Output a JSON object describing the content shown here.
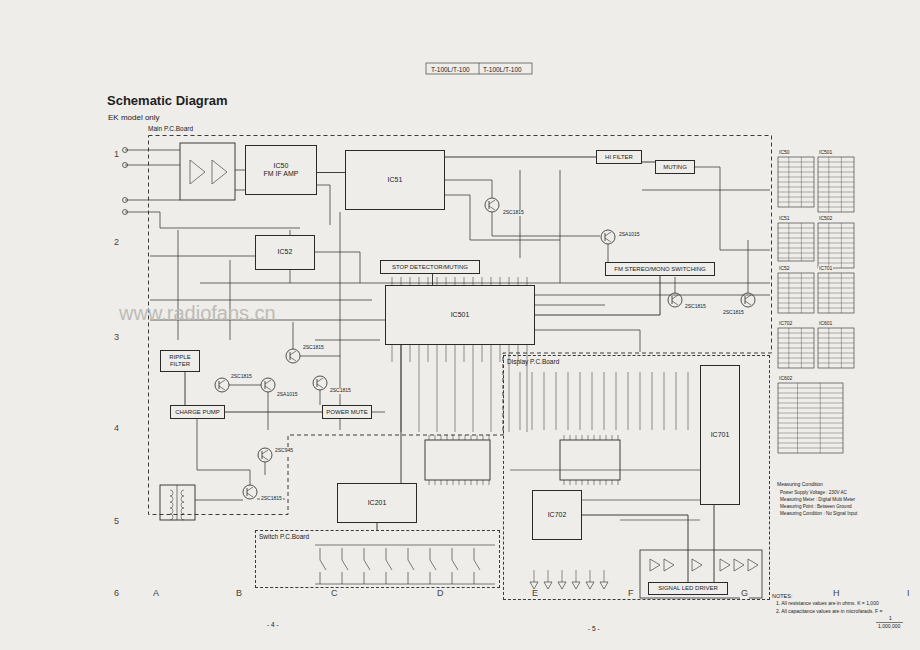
{
  "diagram": {
    "title": "Schematic Diagram",
    "nodes": [
      {
        "text": [
          "Main P.C.Board"
        ]
      },
      {
        "text": [
          "IC50",
          "FM IF AMP"
        ],
        "in": 0
      },
      {
        "text": [
          "IC51"
        ],
        "in": 0
      },
      {
        "text": [
          "IC52"
        ],
        "in": 0
      },
      {
        "text": [
          "HI FILTER"
        ],
        "in": 0
      },
      {
        "text": [
          "MUTING"
        ],
        "in": 0
      },
      {
        "text": [
          "STOP DETECTOR/MUTING"
        ],
        "in": 0
      },
      {
        "text": [
          "IC501"
        ],
        "in": 0
      },
      {
        "text": [
          "FM STEREO/MONO SWITCHING"
        ],
        "in": 0
      },
      {
        "text": [
          "RIPPLE FILTER"
        ],
        "in": 0
      },
      {
        "text": [
          "CHARGE PUMP"
        ],
        "in": 0
      },
      {
        "text": [
          "POWER MUTE"
        ],
        "in": 0
      },
      {
        "text": [
          "IC201"
        ]
      },
      {
        "text": [
          "Switch P.C.Board"
        ]
      },
      {
        "text": [
          "Display P.C.Board"
        ]
      },
      {
        "text": [
          "IC701"
        ],
        "in": 14
      },
      {
        "text": [
          "IC702"
        ],
        "in": 14
      },
      {
        "text": [
          "SIGNAL LED DRIVER"
        ],
        "in": 14
      }
    ],
    "edges": [
      {
        "from": 1,
        "to": 2,
        "arrow": "none"
      },
      {
        "from": 2,
        "to": 4,
        "arrow": "none"
      },
      {
        "from": 4,
        "to": 5,
        "arrow": "none"
      },
      {
        "from": 6,
        "to": 7,
        "arrow": "none"
      },
      {
        "from": 7,
        "to": 8,
        "arrow": "none"
      },
      {
        "from": 7,
        "to": 12,
        "arrow": "none"
      },
      {
        "from": 9,
        "to": 10,
        "arrow": "none"
      },
      {
        "from": 10,
        "to": 11,
        "arrow": "none"
      },
      {
        "from": 12,
        "to": 13,
        "arrow": "none"
      },
      {
        "from": 16,
        "to": 17,
        "arrow": "none"
      },
      {
        "from": 15,
        "to": 17,
        "arrow": "none"
      }
    ],
    "labels": [
      "T-100L/T-100",
      "T-100L/T-100",
      "EK model only",
      "1",
      "2",
      "3",
      "4",
      "5",
      "6",
      "A",
      "B",
      "C",
      "D",
      "E",
      "F",
      "G",
      "H",
      "I",
      "- 4 -",
      "- 5 -",
      "www.radiofans.cn",
      "Measuring Condition",
      "Power Supply Voltage : 230V AC",
      "Measuring Meter : Digital Multi Meter",
      "Measuring Point : Between Ground",
      "Measuring Condition : No Signal Input",
      "NOTES:",
      "1. All resistance values are in ohms. K = 1,000",
      "2. All capacitance values are in microfarads. F =",
      "1",
      "1,000,000",
      "IC50",
      "IC501",
      "IC51",
      "IC502",
      "IC52",
      "IC701",
      "IC702",
      "IC601",
      "IC602",
      "2SC1815",
      "2SA1015",
      "2SC1815",
      "2SC1815",
      "2SC1815",
      "2SA1015",
      "2SC1815",
      "2SC1815",
      "2SC1815",
      "2SC945"
    ]
  }
}
